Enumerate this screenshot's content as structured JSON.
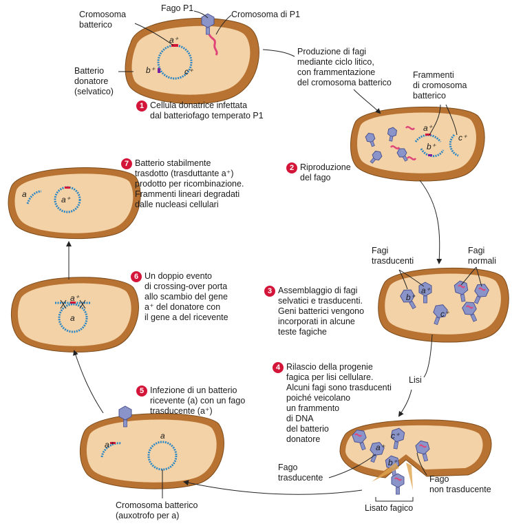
{
  "labels": {
    "fago_p1": "Fago P1",
    "cromosoma_batterico_top": "Cromosoma\nbatterico",
    "cromosoma_p1": "Cromosoma di P1",
    "batterio_donatore": "Batterio\ndonatore\n(selvatico)",
    "produzione": "Produzione di fagi\nmediante ciclo litico,\ncon frammentazione\ndel cromosoma batterico",
    "frammenti": "Frammenti\ndi cromosoma\nbatterico",
    "fagi_trasducenti": "Fagi\ntrasducenti",
    "fagi_normali": "Fagi\nnormali",
    "lisi": "Lisi",
    "fago_trasducente": "Fago\ntrasducente",
    "fago_non_trasducente": "Fago\nnon trasducente",
    "lisato_fagico": "Lisato fagico",
    "cromosoma_batterico_bottom": "Cromosoma batterico\n(auxotrofo per a)"
  },
  "genes": {
    "a_plus": "a⁺",
    "a": "a",
    "b_plus": "b⁺",
    "c_plus": "c⁺"
  },
  "steps": [
    {
      "num": "1",
      "text": "Cellula donatrice infettata\ndal batteriofago temperato P1"
    },
    {
      "num": "2",
      "text": "Riproduzione\ndel fago"
    },
    {
      "num": "3",
      "text": "Assemblaggio di fagi\nselvatici e trasducenti.\nGeni batterici vengono\nincorporati in alcune\nteste fagiche"
    },
    {
      "num": "4",
      "text": "Rilascio della progenie\nfagica per lisi cellulare.\nAlcuni fagi sono trasducenti\npoiché veicolano\nun frammento\ndi DNA\ndel batterio\ndonatore"
    },
    {
      "num": "5",
      "text": "Infezione di un batterio\nricevente (a) con un fago\ntrasducente (a⁺)"
    },
    {
      "num": "6",
      "text": "Un doppio evento\ndi crossing-over porta\nallo scambio del gene\na⁺ del donatore con\nil gene a del ricevente"
    },
    {
      "num": "7",
      "text": "Batterio stabilmente\ntrasdotto (trasduttante a⁺)\nprodotto per ricombinazione.\nFrammenti lineari degradati\ndalle nucleasi cellulari"
    }
  ],
  "colors": {
    "cell_outer": "#b87333",
    "cell_inner": "#f2d2a6",
    "dna": "#2b86c5",
    "phage": "#8b94c8",
    "phage_dna": "#e0457a",
    "step_badge": "#d4153a"
  }
}
